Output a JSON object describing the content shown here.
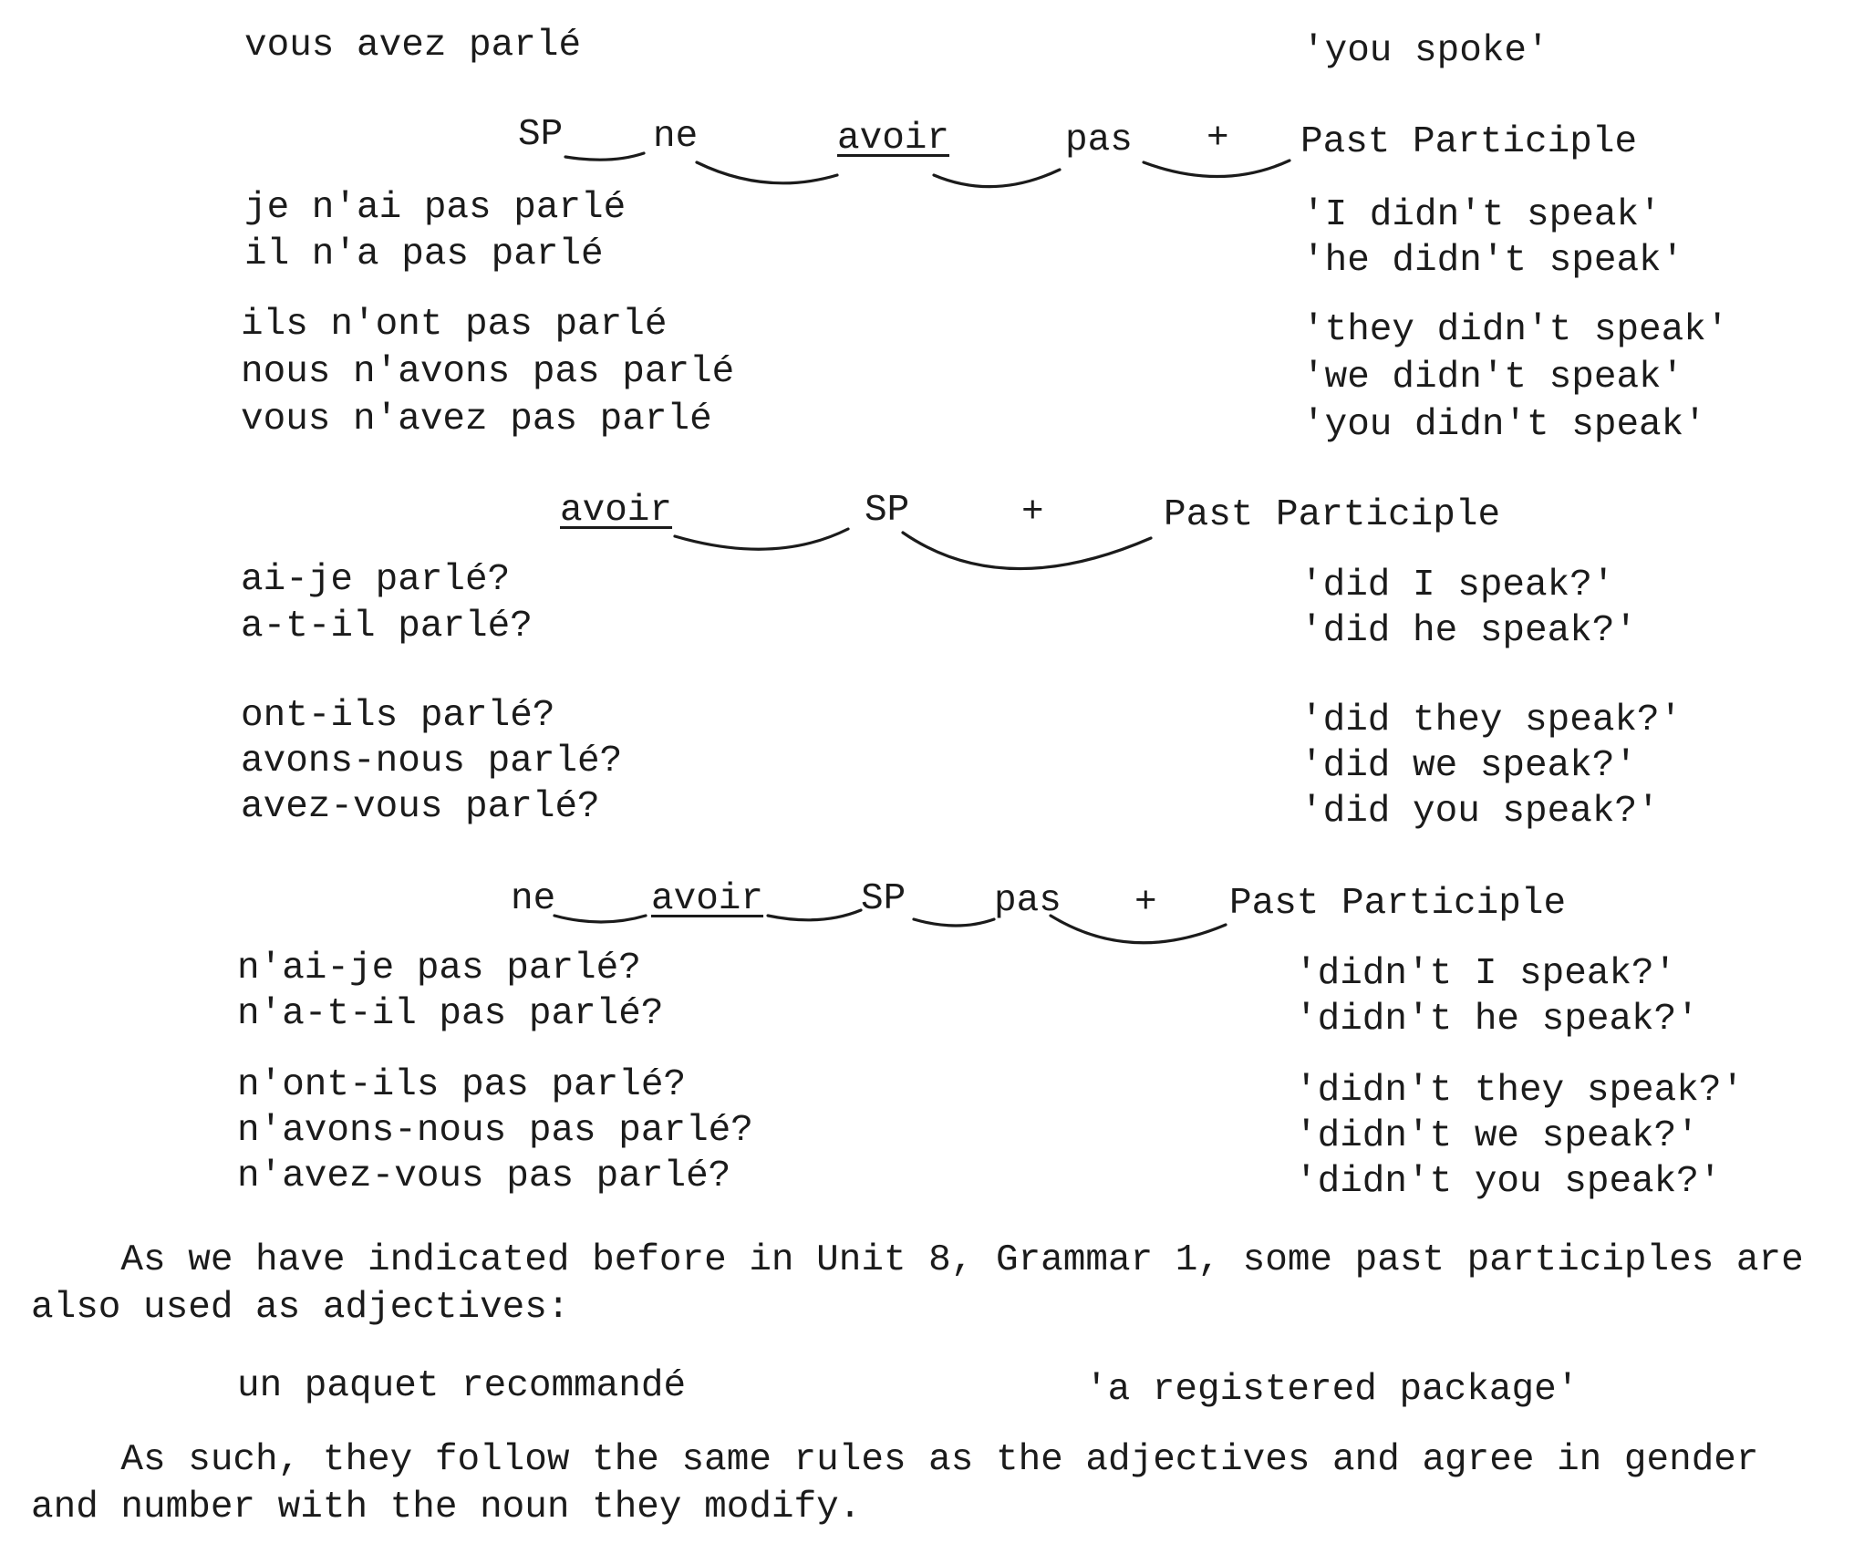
{
  "top_example": {
    "fr": "vous avez parlé",
    "en": "'you spoke'"
  },
  "neg_statement": {
    "formula": [
      "SP",
      "ne",
      "avoir",
      "pas",
      "+",
      "Past Participle"
    ],
    "group1": [
      {
        "fr": "je n'ai pas parlé",
        "en": "'I didn't speak'"
      },
      {
        "fr": "il n'a pas parlé",
        "en": "'he didn't speak'"
      }
    ],
    "group2": [
      {
        "fr": "ils n'ont pas parlé",
        "en": "'they didn't speak'"
      },
      {
        "fr": "nous n'avons pas parlé",
        "en": "'we didn't speak'"
      },
      {
        "fr": "vous n'avez pas parlé",
        "en": "'you didn't speak'"
      }
    ]
  },
  "question": {
    "formula": [
      "avoir",
      "SP",
      "+",
      "Past Participle"
    ],
    "group1": [
      {
        "fr": "ai-je parlé?",
        "en": "'did I speak?'"
      },
      {
        "fr": "a-t-il parlé?",
        "en": "'did he speak?'"
      }
    ],
    "group2": [
      {
        "fr": "ont-ils parlé?",
        "en": "'did they speak?'"
      },
      {
        "fr": "avons-nous parlé?",
        "en": "'did we speak?'"
      },
      {
        "fr": "avez-vous parlé?",
        "en": "'did you speak?'"
      }
    ]
  },
  "neg_question": {
    "formula": [
      "ne",
      "avoir",
      "SP",
      "pas",
      "+",
      "Past Participle"
    ],
    "group1": [
      {
        "fr": "n'ai-je pas parlé?",
        "en": "'didn't I speak?'"
      },
      {
        "fr": "n'a-t-il pas parlé?",
        "en": "'didn't he speak?'"
      }
    ],
    "group2": [
      {
        "fr": "n'ont-ils pas parlé?",
        "en": "'didn't they speak?'"
      },
      {
        "fr": "n'avons-nous pas parlé?",
        "en": "'didn't we speak?'"
      },
      {
        "fr": "n'avez-vous pas parlé?",
        "en": "'didn't you speak?'"
      }
    ]
  },
  "para1": {
    "line1": "    As we have indicated before in Unit 8, Grammar 1, some past participles are",
    "line2": "also used as adjectives:"
  },
  "adj_example": {
    "fr": "un paquet recommandé",
    "en": "'a registered package'"
  },
  "para2": {
    "line1": "    As such, they follow the same rules as the adjectives and agree in gender",
    "line2": "and number with the noun they modify."
  }
}
